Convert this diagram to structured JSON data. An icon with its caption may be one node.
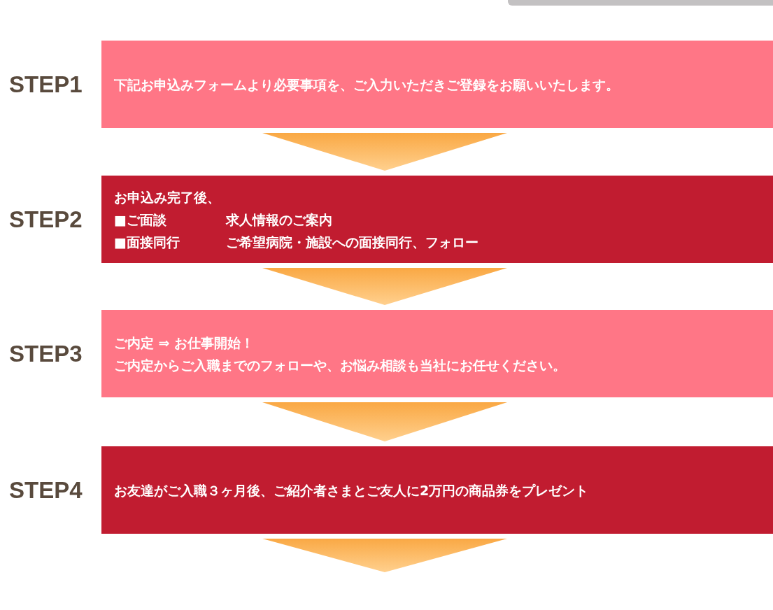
{
  "diagram": {
    "nodes": [
      {
        "text": [
          "下記お申込みフォームより必要事項を、ご入力いただきご登録をお願いいたします。"
        ],
        "beside": [
          "STEP1"
        ]
      },
      {
        "text": [
          "お申込み完了後、",
          "■ご面談",
          "求人情報のご案内",
          "■面接同行",
          "ご希望病院・施設への面接同行、フォロー"
        ],
        "beside": [
          "STEP2"
        ]
      },
      {
        "text": [
          "ご内定 ⇒ お仕事開始！",
          "ご内定からご入職までのフォローや、お悩み相談も当社にお任せください。"
        ],
        "beside": [
          "STEP3"
        ]
      },
      {
        "text": [
          "お友達がご入職３ヶ月後、ご紹介者さまとご友人に2万円の商品券をプレゼント"
        ],
        "beside": [
          "STEP4"
        ]
      }
    ],
    "edges": [
      {
        "from": 0,
        "to": 1,
        "arrow": "to"
      },
      {
        "from": 1,
        "to": 2,
        "arrow": "to"
      },
      {
        "from": 2,
        "to": 3,
        "arrow": "to"
      },
      {
        "from": 3,
        "to": null,
        "arrow": "to"
      }
    ]
  }
}
